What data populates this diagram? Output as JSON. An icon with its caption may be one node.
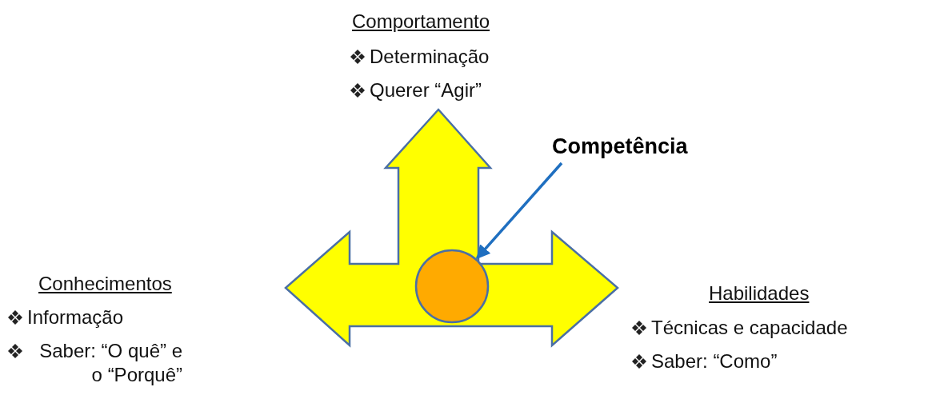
{
  "diagram": {
    "nodes": [
      {
        "text": [],
        "shape": "arrow"
      },
      {
        "text": [],
        "shape": "circle",
        "in": 0
      },
      {
        "text": [
          "Competência"
        ]
      }
    ],
    "edges": [
      {
        "from": 2,
        "to": 1,
        "arrow": "to",
        "color": "#1f6fc0"
      }
    ],
    "labels": [
      "Comportamento",
      "Determinação",
      "Querer “Agir”",
      "Conhecimentos",
      "Informação",
      "Saber: “O quê” e o “Porquê”",
      "Habilidades",
      "Técnicas e capacidade",
      "Saber: “Como”"
    ]
  }
}
